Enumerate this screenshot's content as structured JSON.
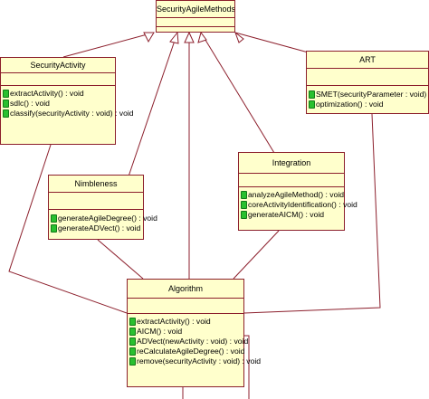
{
  "diagram": {
    "classes": {
      "securityagilemethods": {
        "name": "SecurityAgileMethods",
        "operations": []
      },
      "securityactivity": {
        "name": "SecurityActivity",
        "operations": [
          "extractActivity() : void",
          "sdlc() : void",
          "classify(securityActivity : void) : void"
        ]
      },
      "art": {
        "name": "ART",
        "operations": [
          "SMET(securityParameter : void) : void",
          "optimization() : void"
        ]
      },
      "nimbleness": {
        "name": "Nimbleness",
        "operations": [
          "generateAgileDegree() : void",
          "generateADVect() : void"
        ]
      },
      "integration": {
        "name": "Integration",
        "operations": [
          "analyzeAgileMethod() : void",
          "coreActivityIdentification() : void",
          "generateAICM() : void"
        ]
      },
      "algorithm": {
        "name": "Algorithm",
        "operations": [
          "extractActivity() : void",
          "AICM() : void",
          "ADVect(newActivity : void) : void",
          "reCalculateAgileDegree() : void",
          "remove(securityActivity : void) : void"
        ]
      }
    },
    "line_color": "#8c1f2c",
    "box_fill": "#ffffcc",
    "operation_icon": "operation-icon",
    "operation_icon_color": "#29c02f"
  }
}
